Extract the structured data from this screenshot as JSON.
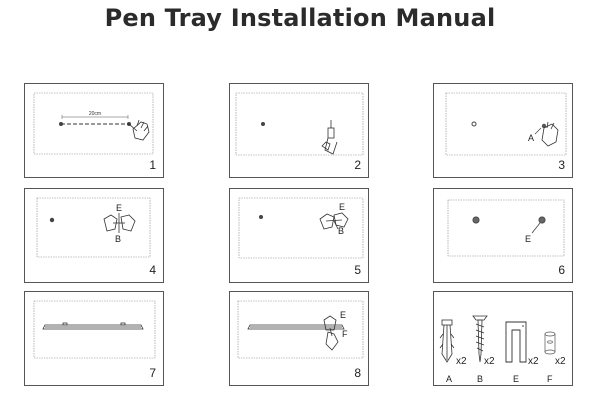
{
  "title": "Pen Tray Installation Manual",
  "steps": [
    {
      "number": "1",
      "dimension_label": "20cm"
    },
    {
      "number": "2"
    },
    {
      "number": "3",
      "part_label": "A"
    },
    {
      "number": "4",
      "labels": [
        "E",
        "B"
      ]
    },
    {
      "number": "5",
      "labels": [
        "E",
        "B"
      ]
    },
    {
      "number": "6",
      "part_label": "E"
    },
    {
      "number": "7"
    },
    {
      "number": "8",
      "labels": [
        "E",
        "F"
      ]
    }
  ],
  "parts": [
    {
      "label": "A",
      "quantity": "x2",
      "icon": "wall-anchor-icon"
    },
    {
      "label": "B",
      "quantity": "x2",
      "icon": "screw-icon"
    },
    {
      "label": "E",
      "quantity": "x2",
      "icon": "bracket-icon"
    },
    {
      "label": "F",
      "quantity": "x2",
      "icon": "screw-cap-icon"
    }
  ]
}
